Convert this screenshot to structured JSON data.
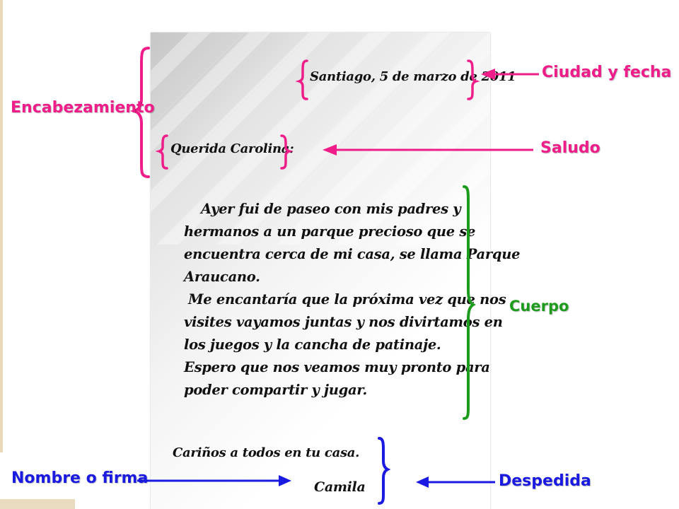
{
  "colors": {
    "heading_section": "#ee1d8a",
    "body_section": "#1d9b1d",
    "closing_section": "#1a1ae0"
  },
  "letter": {
    "date_line": "Santiago, 5 de marzo de 2011",
    "greeting": "Querida Carolina:",
    "body_lines": [
      "Ayer fui de paseo con mis padres y",
      "hermanos a un parque precioso que se",
      "encuentra cerca de mi casa, se llama Parque",
      "Araucano.",
      "Me encantaría que la próxima vez que nos",
      "visites vayamos juntas  y nos divirtamos en",
      "los juegos y la cancha de patinaje.",
      "Espero que nos veamos muy pronto para",
      "poder compartir y jugar."
    ],
    "closing": "Cariños a todos en tu casa.",
    "signature": "Camila"
  },
  "labels": {
    "encabezamiento": "Encabezamiento",
    "ciudad_y_fecha": "Ciudad y fecha",
    "saludo": "Saludo",
    "cuerpo": "Cuerpo",
    "nombre_o_firma": "Nombre o firma",
    "despedida": "Despedida"
  }
}
